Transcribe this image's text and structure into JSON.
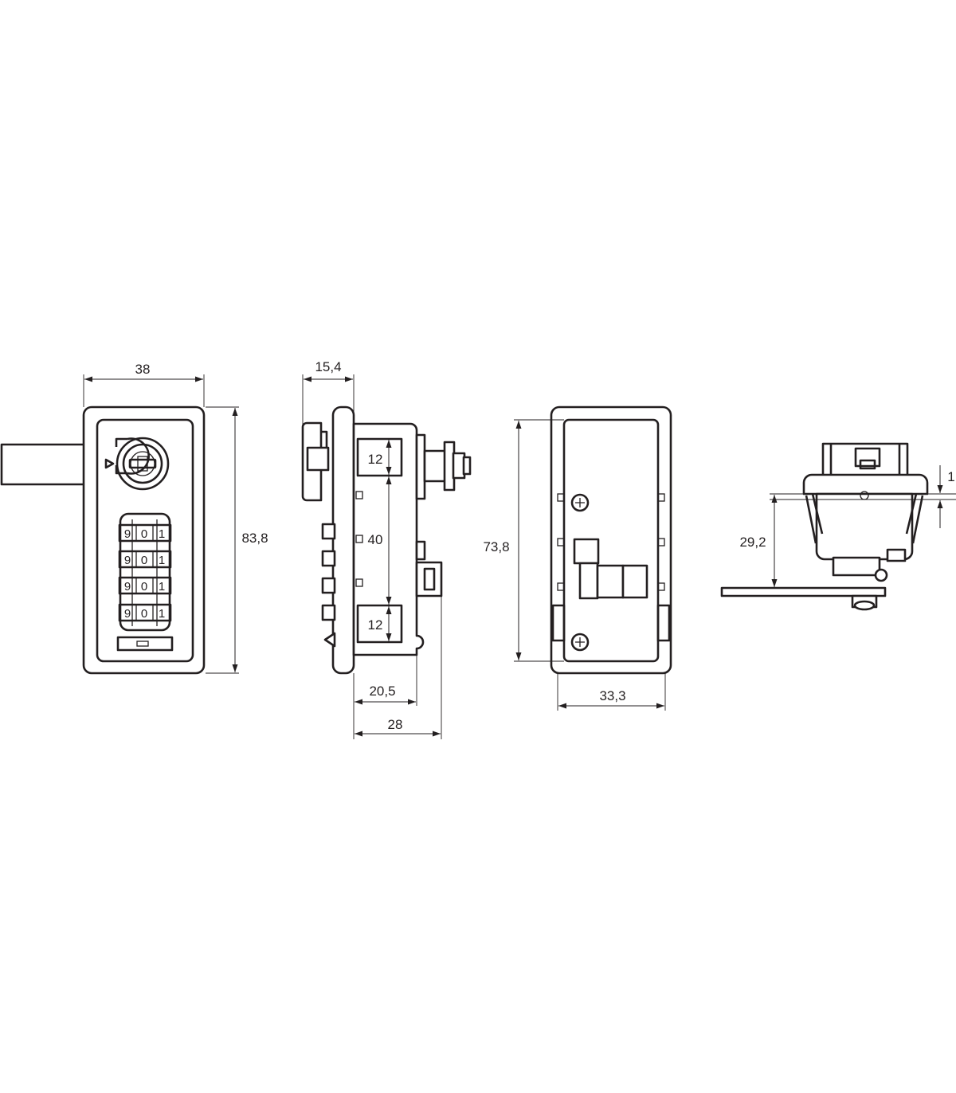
{
  "front_view": {
    "width_label": "38",
    "height_label": "83,8",
    "dial_rows": [
      [
        "9",
        "0",
        "1"
      ],
      [
        "9",
        "0",
        "1"
      ],
      [
        "9",
        "0",
        "1"
      ],
      [
        "9",
        "0",
        "1"
      ]
    ]
  },
  "side_view": {
    "depth_label": "15,4",
    "spacing_label": "40",
    "top_hole_label": "12",
    "bottom_hole_label": "12",
    "body_depth_label": "20,5",
    "total_depth_label": "28"
  },
  "back_view": {
    "height_label": "73,8",
    "width_label": "33,3"
  },
  "installed_view": {
    "height_label": "29,2",
    "thickness_label": "1"
  }
}
